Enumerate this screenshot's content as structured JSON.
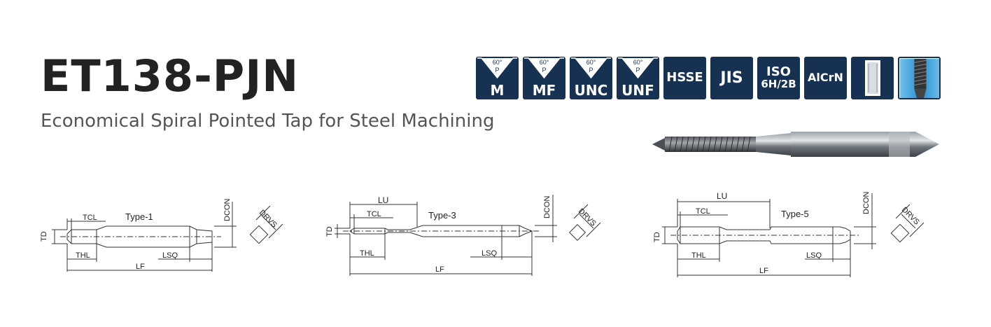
{
  "header": {
    "title": "ET138-PJN",
    "subtitle": "Economical Spiral Pointed Tap for Steel Machining"
  },
  "badges": {
    "thread_m": {
      "angle": "60°",
      "pitch": "P",
      "label": "M"
    },
    "thread_mf": {
      "angle": "60°",
      "pitch": "P",
      "label": "MF"
    },
    "thread_unc": {
      "angle": "60°",
      "pitch": "P",
      "label": "UNC"
    },
    "thread_unf": {
      "angle": "60°",
      "pitch": "P",
      "label": "UNF"
    },
    "material": "HSSE",
    "standard": "JIS",
    "tolerance_line1": "ISO",
    "tolerance_line2": "6H/2B",
    "coating": "AlCrN"
  },
  "drawings": {
    "type1": {
      "type_label": "Type-1",
      "tcl": "TCL",
      "td": "TD",
      "thl": "THL",
      "lsq": "LSQ",
      "lf": "LF",
      "dcon": "DCON",
      "drvs": "DRVS"
    },
    "type3": {
      "type_label": "Type-3",
      "lu": "LU",
      "tcl": "TCL",
      "td": "TD",
      "thl": "THL",
      "lsq": "LSQ",
      "lf": "LF",
      "dcon": "DCON",
      "drvs": "DRVS"
    },
    "type5": {
      "type_label": "Type-5",
      "lu": "LU",
      "tcl": "TCL",
      "td": "TD",
      "thl": "THL",
      "lsq": "LSQ",
      "lf": "LF",
      "dcon": "DCON",
      "drvs": "DRVS"
    }
  },
  "colors": {
    "badge_bg": "#173153",
    "title": "#222222",
    "subtitle": "#555555",
    "line": "#333333"
  }
}
